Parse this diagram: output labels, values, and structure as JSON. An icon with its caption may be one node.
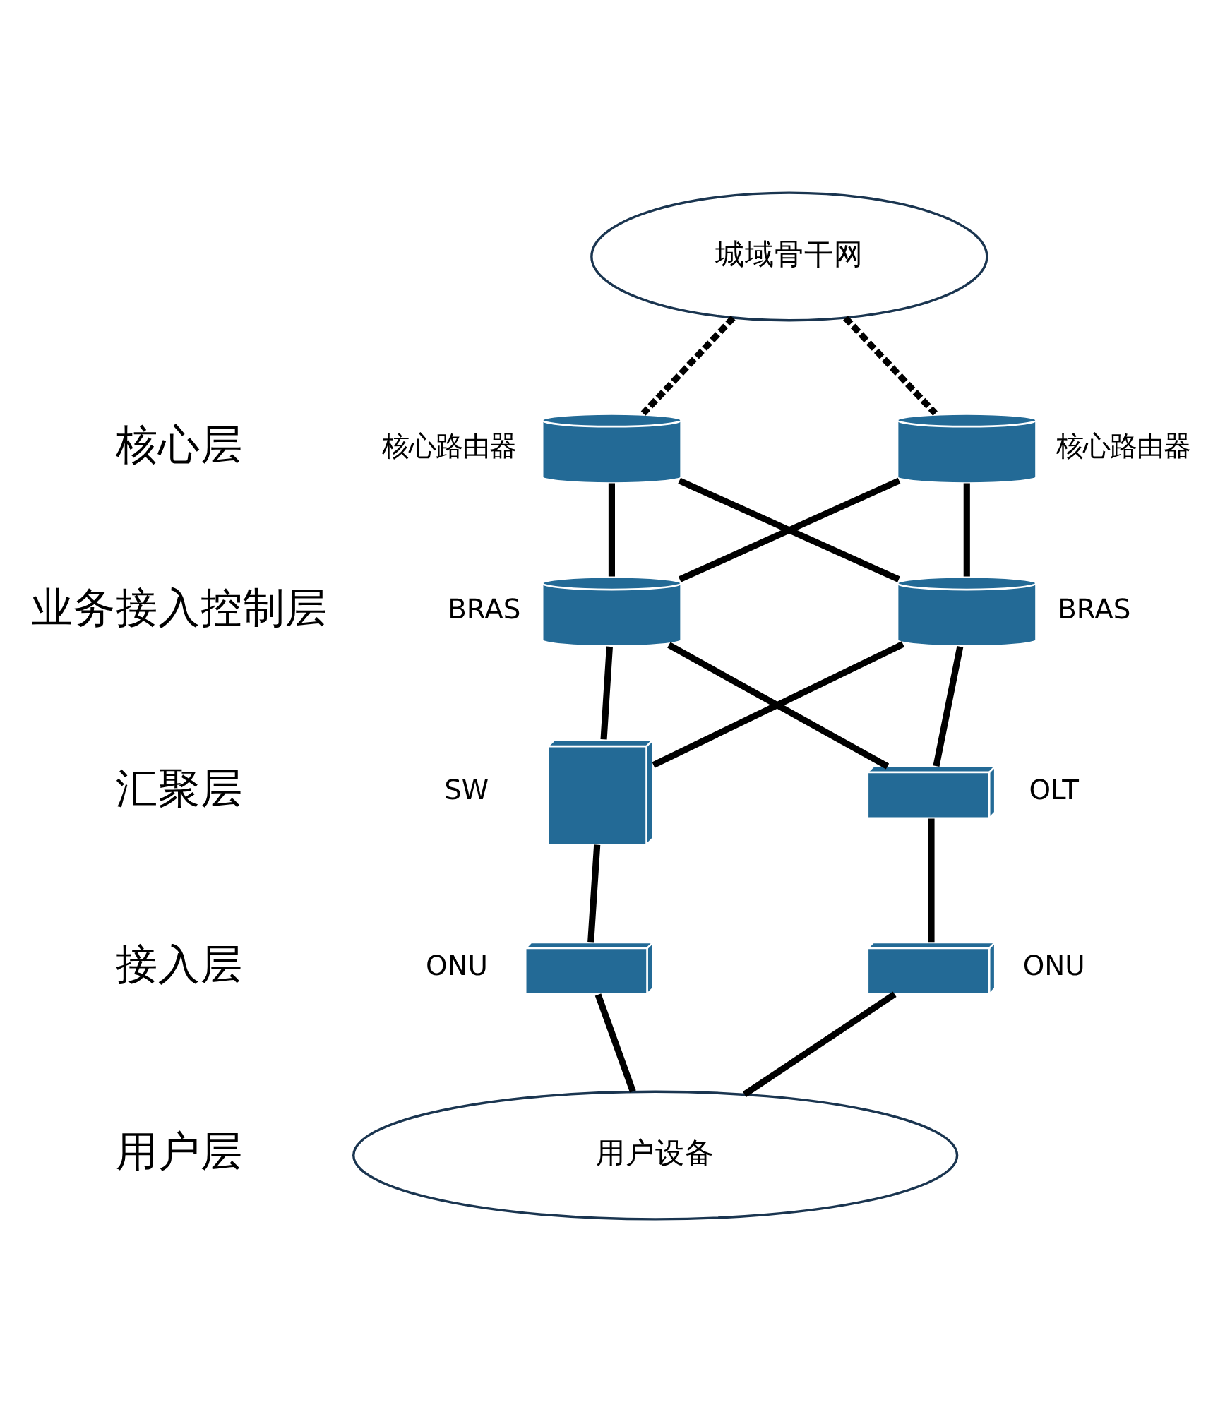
{
  "diagram": {
    "nodes": [
      {
        "text": [
          "城域骨干网"
        ]
      },
      {
        "text": [],
        "shape": "cylinder",
        "beside": [
          "核心路由器"
        ]
      },
      {
        "text": [],
        "shape": "cylinder",
        "beside": [
          "核心路由器"
        ]
      },
      {
        "text": [],
        "shape": "cylinder",
        "beside": [
          "BRAS"
        ]
      },
      {
        "text": [],
        "shape": "cylinder",
        "beside": [
          "BRAS"
        ]
      },
      {
        "text": [],
        "shape": "box",
        "beside": [
          "SW"
        ]
      },
      {
        "text": [],
        "shape": "box",
        "beside": [
          "OLT"
        ]
      },
      {
        "text": [],
        "shape": "box",
        "beside": [
          "ONU"
        ]
      },
      {
        "text": [],
        "shape": "box",
        "beside": [
          "ONU"
        ]
      },
      {
        "text": [
          "用户设备"
        ]
      }
    ],
    "edges": [
      {
        "from": 0,
        "to": 1,
        "arrow": "none",
        "style": "dashed"
      },
      {
        "from": 0,
        "to": 2,
        "arrow": "none",
        "style": "dashed"
      },
      {
        "from": 1,
        "to": 3,
        "arrow": "none"
      },
      {
        "from": 1,
        "to": 4,
        "arrow": "none"
      },
      {
        "from": 2,
        "to": 3,
        "arrow": "none"
      },
      {
        "from": 2,
        "to": 4,
        "arrow": "none"
      },
      {
        "from": 3,
        "to": 5,
        "arrow": "none"
      },
      {
        "from": 3,
        "to": 6,
        "arrow": "none"
      },
      {
        "from": 4,
        "to": 5,
        "arrow": "none"
      },
      {
        "from": 4,
        "to": 6,
        "arrow": "none"
      },
      {
        "from": 5,
        "to": 7,
        "arrow": "none"
      },
      {
        "from": 6,
        "to": 8,
        "arrow": "none"
      },
      {
        "from": 7,
        "to": 9,
        "arrow": "none"
      },
      {
        "from": 8,
        "to": 9,
        "arrow": "none"
      }
    ],
    "labels": [
      "核心层",
      "业务接入控制层",
      "汇聚层",
      "接入层",
      "用户层"
    ]
  }
}
